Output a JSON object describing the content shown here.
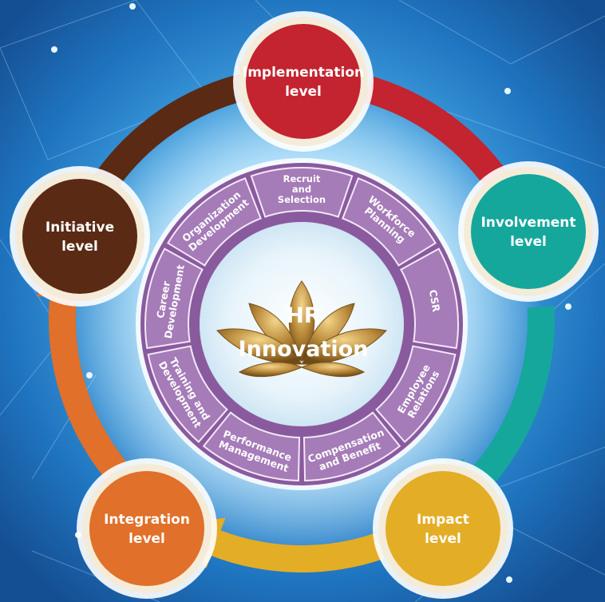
{
  "center": {
    "line1": "HR",
    "line2": "Innovation"
  },
  "levels": [
    {
      "key": "implementation",
      "lines": [
        "Implementation",
        "level"
      ],
      "color": "#c3242f"
    },
    {
      "key": "involvement",
      "lines": [
        "Involvement",
        "level"
      ],
      "color": "#15a79c"
    },
    {
      "key": "impact",
      "lines": [
        "Impact",
        "level"
      ],
      "color": "#e3ad26"
    },
    {
      "key": "integration",
      "lines": [
        "Integration",
        "level"
      ],
      "color": "#e0702a"
    },
    {
      "key": "initiative",
      "lines": [
        "Initiative",
        "level"
      ],
      "color": "#5a2a14"
    }
  ],
  "segments": [
    {
      "key": "recruit",
      "lines": [
        "Recruit",
        "and",
        "Selection"
      ]
    },
    {
      "key": "workforce",
      "lines": [
        "Workforce",
        "Planning"
      ]
    },
    {
      "key": "csr",
      "lines": [
        "CSR"
      ]
    },
    {
      "key": "employee-relations",
      "lines": [
        "Employee",
        "Relations"
      ]
    },
    {
      "key": "compensation",
      "lines": [
        "Compensation",
        "and Benefit"
      ]
    },
    {
      "key": "performance",
      "lines": [
        "Performance",
        "Management"
      ]
    },
    {
      "key": "training",
      "lines": [
        "Training and",
        "Development"
      ]
    },
    {
      "key": "career",
      "lines": [
        "Career",
        "Development"
      ]
    },
    {
      "key": "organization",
      "lines": [
        "Organization",
        "Development"
      ]
    }
  ],
  "colors": {
    "ring": "#8a5a9e",
    "ringInner": "#a57bb8",
    "background": "#1d6fb8",
    "lotus": "#b58a3c"
  }
}
